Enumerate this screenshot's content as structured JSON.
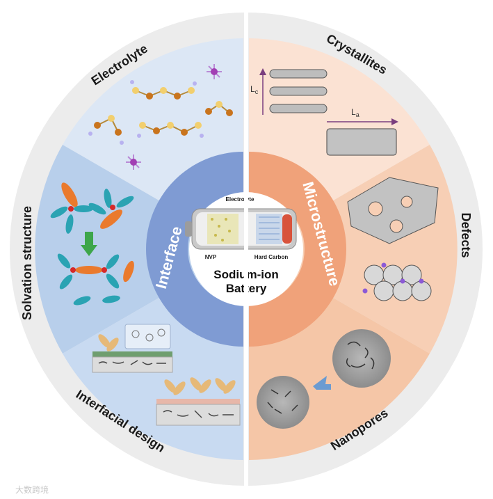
{
  "center": {
    "title_line1": "Sodium-ion",
    "title_line2": "Battery",
    "electrolyte_label": "Electrolyte",
    "cathode_label": "NVP",
    "anode_label": "Hard Carbon"
  },
  "ring": {
    "left_label": "Interface",
    "right_label": "Microstructure"
  },
  "left_segments": {
    "top": "Electrolyte",
    "middle": "Solvation structure",
    "bottom": "Interfacial design"
  },
  "right_segments": {
    "top": "Crystallites",
    "middle": "Defects",
    "bottom": "Nanopores"
  },
  "crystallites": {
    "axis_c": "L",
    "axis_c_sub": "c",
    "axis_a": "L",
    "axis_a_sub": "a"
  },
  "watermark": "大数跨境",
  "colors": {
    "left_ring": "#7f9bd3",
    "right_ring": "#f0a27a",
    "left_top": "#dce7f5",
    "left_mid": "#b8cfeb",
    "left_bot": "#c8daf1",
    "right_top": "#fbe2d3",
    "right_mid": "#f7cfb5",
    "right_bot": "#f5c6a7"
  }
}
